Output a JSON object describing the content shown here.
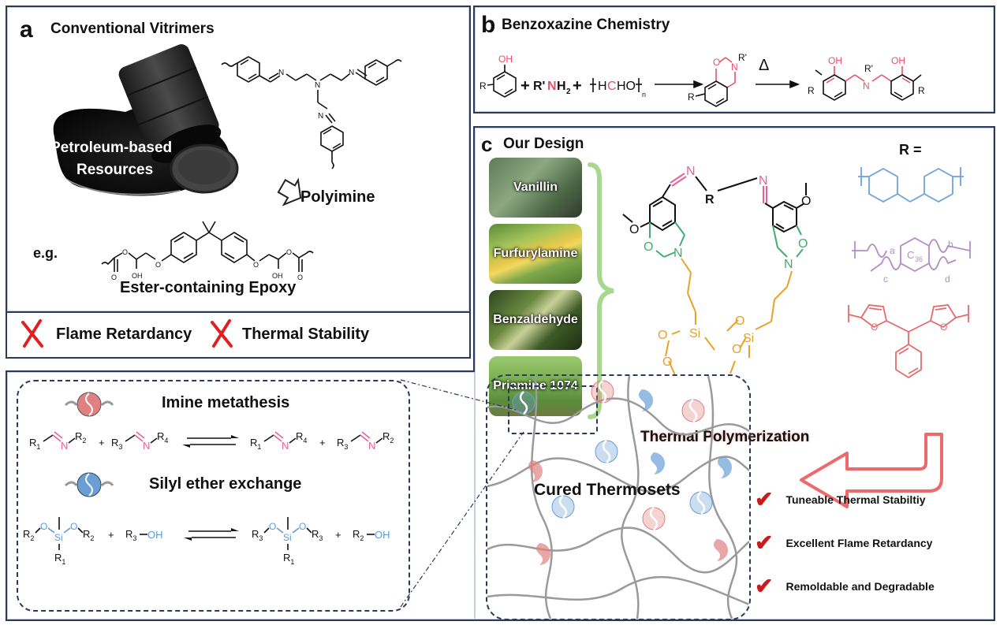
{
  "panel_a": {
    "label": "a",
    "title": "Conventional Vitrimers",
    "barrel_caption_line1": "Petroleum-based",
    "barrel_caption_line2": "Resources",
    "polyimine_label": "Polyimine",
    "eg_label": "e.g.",
    "epoxy_label": "Ester-containing Epoxy",
    "drawbacks": [
      {
        "icon": "cross-icon",
        "label": "Flame Retardancy"
      },
      {
        "icon": "cross-icon",
        "label": "Thermal Stability"
      }
    ]
  },
  "panel_b": {
    "label": "b",
    "title": "Benzoxazine Chemistry",
    "reagents": {
      "phenol_oh": "OH",
      "phenol_r": "R",
      "plus1": "+",
      "amine_prefix": "R'",
      "amine_n": "N",
      "amine_h2": "H",
      "amine_sub": "2",
      "plus2": "+",
      "formaldehyde_h": "H",
      "formaldehyde_c": "C",
      "formaldehyde_ho": "HO",
      "formaldehyde_n": "n"
    },
    "benzoxazine": {
      "o": "O",
      "n": "N",
      "r_prime": "R'",
      "r": "R"
    },
    "heat_symbol": "Δ",
    "product": {
      "oh": "OH",
      "n": "N",
      "r_prime": "R'",
      "r": "R"
    }
  },
  "panel_c": {
    "label": "c",
    "title": "Our Design",
    "sources": [
      "Vanillin",
      "Furfurylamine",
      "Benzaldehyde",
      "Priamine 1074"
    ],
    "monomer": {
      "n": "N",
      "r": "R",
      "o": "O",
      "si": "Si"
    },
    "r_definition": "R =",
    "r_options": [
      {
        "name": "bis-cyclohexylmethane",
        "color": "#6fa3dc"
      },
      {
        "name": "dimer-diamine-C36",
        "color": "#b48cc8",
        "label": "C",
        "sub": "36",
        "indices": [
          "a",
          "b",
          "c",
          "d"
        ]
      },
      {
        "name": "difurfuryl-phenylmethane",
        "color": "#e56b6b"
      }
    ],
    "process_label": "Thermal Polymerization",
    "product_label": "Cured Thermosets",
    "advantages": [
      "Tuneable Thermal Stabiltiy",
      "Excellent Flame Retardancy",
      "Remoldable and Degradable"
    ]
  },
  "panel_d": {
    "exchanges": [
      {
        "title": "Imine metathesis",
        "color": "#e08080"
      },
      {
        "title": "Silyl ether exchange",
        "color": "#6a9fd6"
      }
    ],
    "imine_eq": {
      "left1": [
        "R1",
        "R2"
      ],
      "left2": [
        "R3",
        "R4"
      ],
      "right1": [
        "R1",
        "R4"
      ],
      "right2": [
        "R3",
        "R2"
      ],
      "n": "N",
      "plus": "+"
    },
    "silyl_eq": {
      "left_ether": [
        "R2",
        "R2",
        "R1"
      ],
      "left_alcohol": [
        "R3",
        "OH"
      ],
      "right_ether": [
        "R3",
        "R3",
        "R1"
      ],
      "right_alcohol": [
        "R2",
        "OH"
      ],
      "si": "Si",
      "o": "O",
      "plus": "+"
    }
  },
  "colors": {
    "frame": "#2a3a5a",
    "imine_pink": "#e8609a",
    "benzoxazine_green": "#3fae73",
    "silane_orange": "#e8a22a",
    "siloxy_blue": "#5a9ad8",
    "cross_red": "#e02020",
    "check_red": "#cc1a1a",
    "arrow_red": "#f07070",
    "brace_green": "#a8d890"
  }
}
